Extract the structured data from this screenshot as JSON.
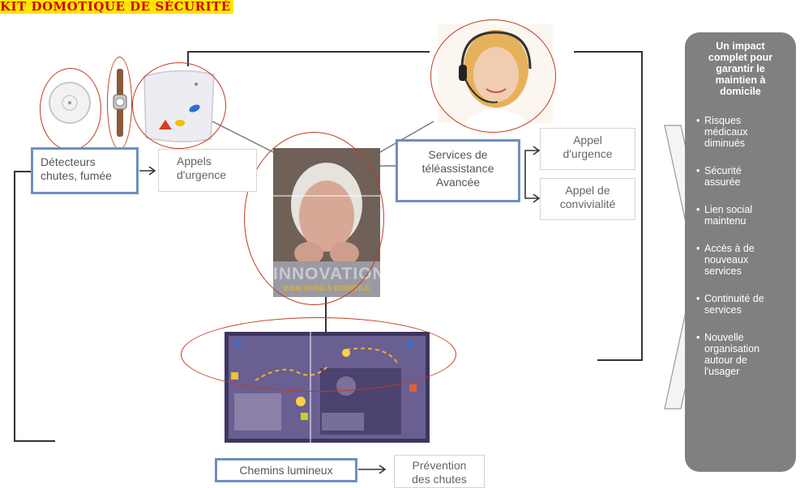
{
  "title": "KIT DOMOTIQUE DE SÉCURITÉ",
  "boxes": {
    "detecteurs": "Détecteurs\nchutes, fumée",
    "appels_urgence_left": "Appels\nd'urgence",
    "services": "Services de\ntéléassistance\nAvancée",
    "appel_urgence_right": "Appel\nd'urgence",
    "appel_convivialite": "Appel de\nconvivialité",
    "chemins": "Chemins lumineux",
    "prevention": "Prévention\ndes chutes"
  },
  "poster": {
    "word": "INNOVATION",
    "subtitle": "BIEN VIVRE À DOMICILE"
  },
  "impact": {
    "heading": "Un impact\ncomplet pour\ngarantir le\nmaintien à\ndomicile",
    "items": [
      "Risques\nmédicaux\ndiminués",
      "Sécurité\nassurée",
      "Lien social\nmaintenu",
      "Accès à de\nnouveaux\nservices",
      "Continuité de\nservices",
      "Nouvelle\norganisation\nautour de\nl'usager"
    ],
    "bullet": "•"
  },
  "colors": {
    "title_bg": "#ffe600",
    "title_text": "#d00000",
    "box_border": "#6f8fbe",
    "oval": "#c23b22",
    "impact_bg": "#808080"
  },
  "icons": [
    "smoke-detector-icon",
    "wristwatch-icon",
    "alarm-base-icon",
    "operator-photo",
    "elderly-woman-photo",
    "floor-plan-illustration"
  ]
}
